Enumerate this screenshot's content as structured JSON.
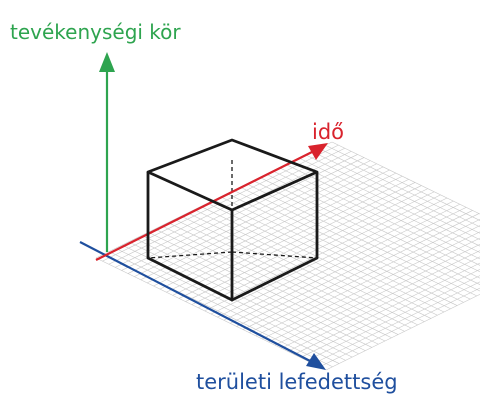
{
  "axes": {
    "vertical": {
      "label": "tevékenységi kör",
      "color": "#2ea44f"
    },
    "depth": {
      "label": "idő",
      "color": "#d9232d"
    },
    "horizontal": {
      "label": "területi lefedettség",
      "color": "#1f4f9e"
    }
  },
  "colors": {
    "cube": "#1a1a1a",
    "grid": "#c8c8c8"
  }
}
